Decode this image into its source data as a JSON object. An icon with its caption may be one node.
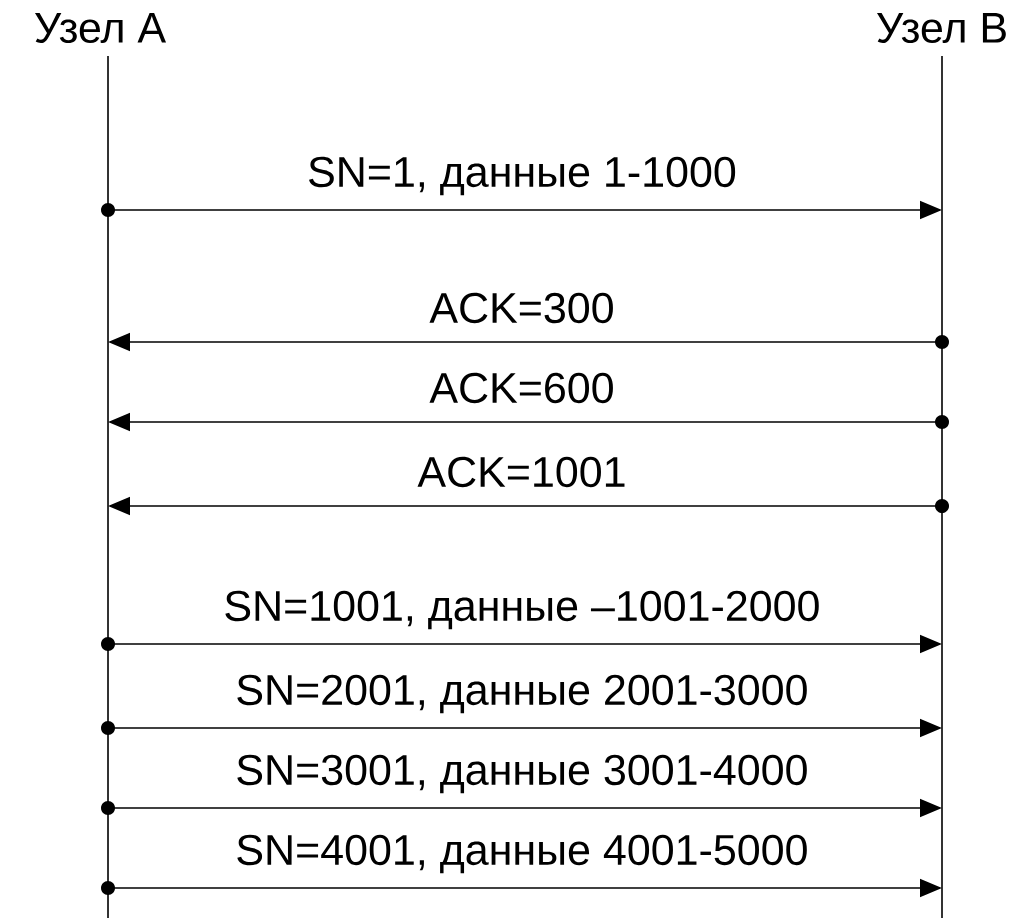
{
  "diagram": {
    "nodes": [
      {
        "text": [
          "Узел A"
        ]
      },
      {
        "text": [
          "Узел B"
        ]
      }
    ],
    "edges": [
      {
        "from": 0,
        "to": 1,
        "arrow": "to",
        "label": "SN=1, данные 1-1000"
      },
      {
        "from": 1,
        "to": 0,
        "arrow": "to",
        "label": "ACK=300"
      },
      {
        "from": 1,
        "to": 0,
        "arrow": "to",
        "label": "ACK=600"
      },
      {
        "from": 1,
        "to": 0,
        "arrow": "to",
        "label": "ACK=1001"
      },
      {
        "from": 0,
        "to": 1,
        "arrow": "to",
        "label": "SN=1001, данные –1001-2000"
      },
      {
        "from": 0,
        "to": 1,
        "arrow": "to",
        "label": "SN=2001, данные 2001-3000"
      },
      {
        "from": 0,
        "to": 1,
        "arrow": "to",
        "label": "SN=3001, данные 3001-4000"
      },
      {
        "from": 0,
        "to": 1,
        "arrow": "to",
        "label": "SN=4001, данные 4001-5000"
      }
    ]
  }
}
